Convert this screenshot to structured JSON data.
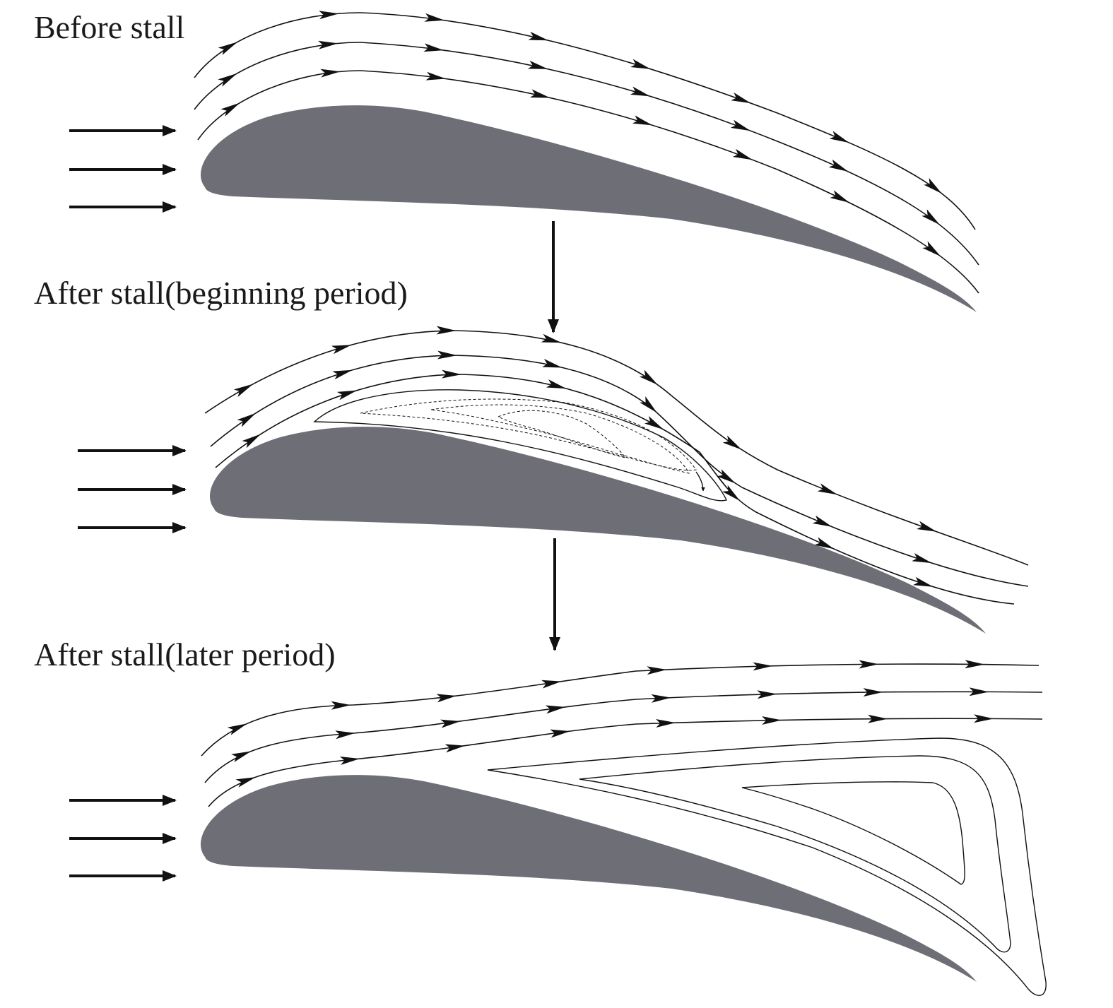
{
  "labels": {
    "before": "Before stall",
    "beginning": "After stall(beginning period)",
    "later": "After stall(later period)"
  },
  "colors": {
    "airfoil": "#6e6e76",
    "line": "#111111"
  }
}
